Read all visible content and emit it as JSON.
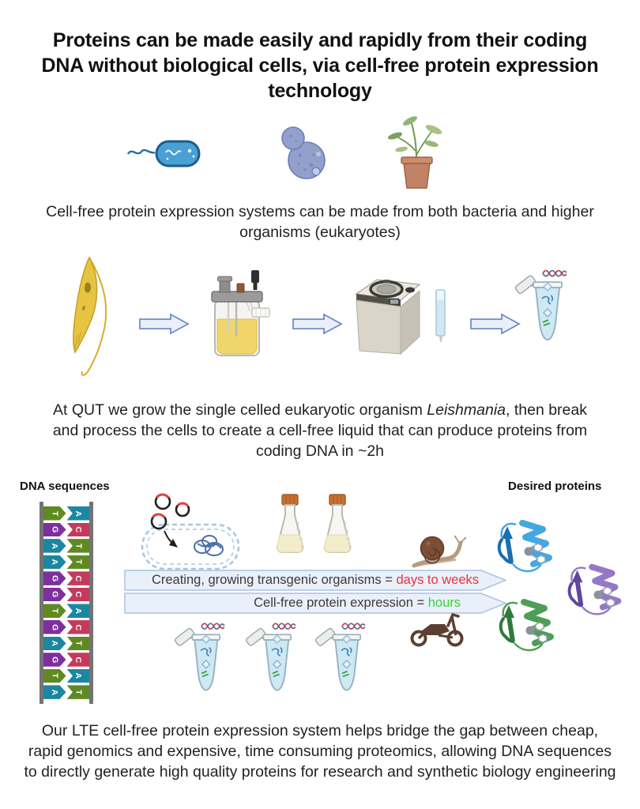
{
  "title": "Proteins can be made easily and rapidly from their coding DNA without biological cells, via cell-free protein expression technology",
  "section1": {
    "icons": [
      "bacterium-icon",
      "yeast-icon",
      "potted-plant-icon"
    ],
    "caption": "Cell-free protein expression systems can be made from both bacteria and higher organisms (eukaryotes)"
  },
  "section2": {
    "icons": [
      "leishmania-icon",
      "flow-arrow-icon",
      "bioreactor-icon",
      "flow-arrow-icon",
      "centrifuge-icon",
      "chromatography-column-icon",
      "flow-arrow-icon",
      "reaction-tube-icon"
    ],
    "caption_part1": "At QUT we grow the single celled eukaryotic organism ",
    "caption_italic": "Leishmania",
    "caption_part2": ", then break and process the cells to create a cell-free liquid that can produce proteins from coding DNA in ~2h"
  },
  "section3": {
    "dna_label": "DNA sequences",
    "proteins_label": "Desired proteins",
    "banner1": {
      "text": "Creating, growing transgenic organisms = ",
      "highlight": "days to weeks",
      "highlight_color": "#e8333d"
    },
    "banner2": {
      "text": "Cell-free protein expression = ",
      "highlight": "hours",
      "highlight_color": "#35d435"
    },
    "icons": [
      "plasmids-icon",
      "transgenic-bacterium-icon",
      "culture-flask-icon",
      "culture-flask-icon",
      "snail-icon",
      "motorcycle-icon",
      "reaction-tube-icon",
      "reaction-tube-icon",
      "reaction-tube-icon",
      "protein-icon",
      "protein-icon",
      "protein-icon"
    ],
    "dna_ladder": {
      "pairs": [
        [
          "T",
          "A"
        ],
        [
          "G",
          "C"
        ],
        [
          "A",
          "T"
        ],
        [
          "A",
          "T"
        ],
        [
          "G",
          "C"
        ],
        [
          "G",
          "C"
        ],
        [
          "T",
          "A"
        ],
        [
          "G",
          "C"
        ],
        [
          "A",
          "T"
        ],
        [
          "G",
          "C"
        ],
        [
          "T",
          "A"
        ],
        [
          "A",
          "T"
        ]
      ],
      "base_colors": {
        "A": "#1b87a0",
        "T": "#5f8a21",
        "G": "#7e2f9e",
        "C": "#c43a5c"
      }
    },
    "banner_fill": "#eaf0f9",
    "banner_stroke": "#aac2e0"
  },
  "footer": "Our LTE cell-free protein expression system helps bridge the gap between cheap, rapid genomics and expensive, time consuming proteomics, allowing DNA sequences to directly generate high quality proteins for research and synthetic biology engineering"
}
